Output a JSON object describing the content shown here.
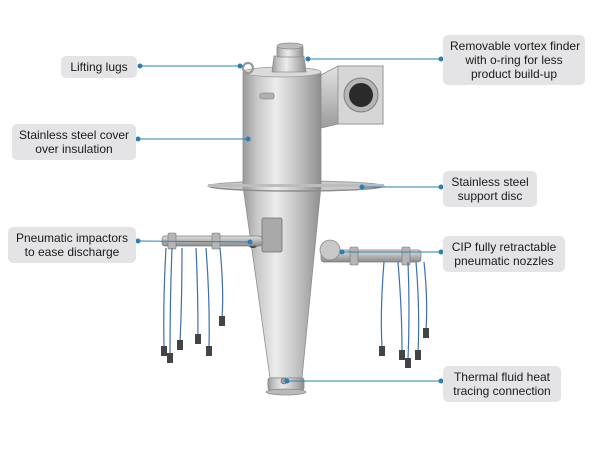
{
  "callouts": {
    "lifting_lugs": {
      "lines": [
        "Lifting lugs"
      ]
    },
    "cover": {
      "lines": [
        "Stainless steel cover",
        "over insulation"
      ]
    },
    "impactors": {
      "lines": [
        "Pneumatic impactors",
        "to ease discharge"
      ]
    },
    "vortex": {
      "lines": [
        "Removable vortex finder",
        "with o-ring for less",
        "product build-up"
      ]
    },
    "disc": {
      "lines": [
        "Stainless steel",
        "support disc"
      ]
    },
    "nozzles": {
      "lines": [
        "CIP fully retractable",
        "pneumatic nozzles"
      ]
    },
    "thermal": {
      "lines": [
        "Thermal fluid heat",
        "tracing connection"
      ]
    }
  },
  "colors": {
    "leader": "#2a7fb5",
    "label_bg": "#e4e4e6",
    "steel_light": "#d9d9d9",
    "steel_dark": "#8a8a8a",
    "cable": "#3d6fb0"
  }
}
